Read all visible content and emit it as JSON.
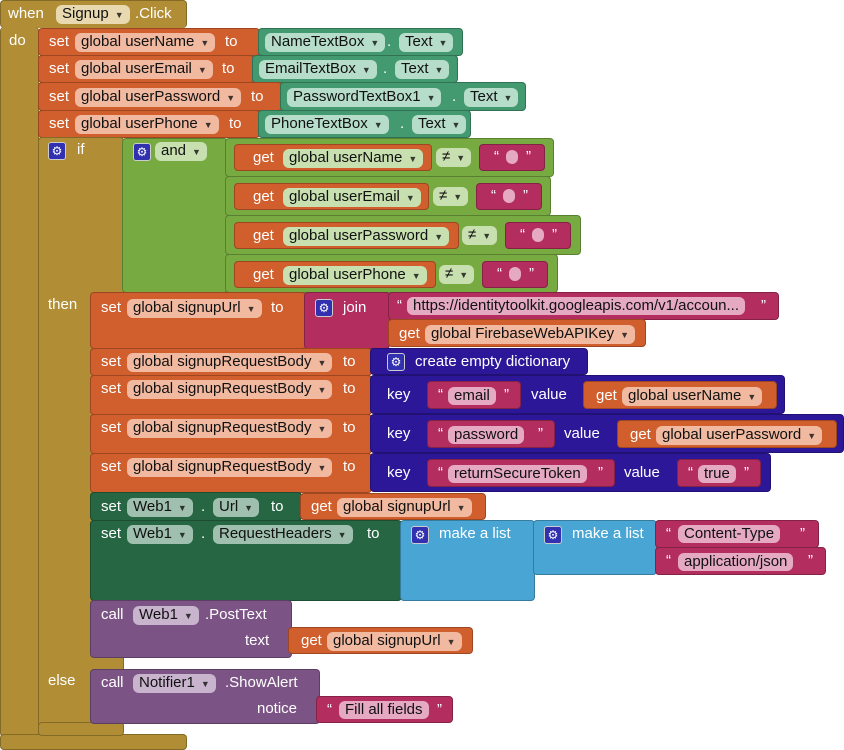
{
  "event": {
    "when": "when",
    "component": "Signup",
    "event": ".Click",
    "do": "do"
  },
  "kw": {
    "set": "set",
    "to": "to",
    "get": "get",
    "if": "if",
    "then": "then",
    "else": "else",
    "and": "and",
    "neq": "≠",
    "join": "join",
    "key": "key",
    "value": "value",
    "call": "call",
    "text": "text",
    "notice": "notice",
    "dot": ".",
    "lq": "“",
    "rq": "”",
    "make_list": "make a list",
    "create_dict": "create empty dictionary"
  },
  "sets": [
    {
      "var": "global userName",
      "comp": "NameTextBox",
      "prop": "Text"
    },
    {
      "var": "global userEmail",
      "comp": "EmailTextBox",
      "prop": "Text"
    },
    {
      "var": "global userPassword",
      "comp": "PasswordTextBox1",
      "prop": "Text"
    },
    {
      "var": "global userPhone",
      "comp": "PhoneTextBox",
      "prop": "Text"
    }
  ],
  "conds": [
    "global userName",
    "global userEmail",
    "global userPassword",
    "global userPhone"
  ],
  "then": {
    "url_var": "global signupUrl",
    "url_text": "https://identitytoolkit.googleapis.com/v1/accoun...",
    "api_key": "global FirebaseWebAPIKey",
    "body_var": "global signupRequestBody",
    "pairs": [
      {
        "key": "email",
        "value": "global userName"
      },
      {
        "key": "password",
        "value": "global userPassword"
      },
      {
        "key": "returnSecureToken",
        "value": "true"
      }
    ],
    "web": "Web1",
    "url_prop": "Url",
    "headers_prop": "RequestHeaders",
    "h1": "Content-Type",
    "h2": "application/json",
    "post": ".PostText"
  },
  "else": {
    "notifier": "Notifier1",
    "method": ".ShowAlert",
    "msg": "Fill all fields"
  }
}
